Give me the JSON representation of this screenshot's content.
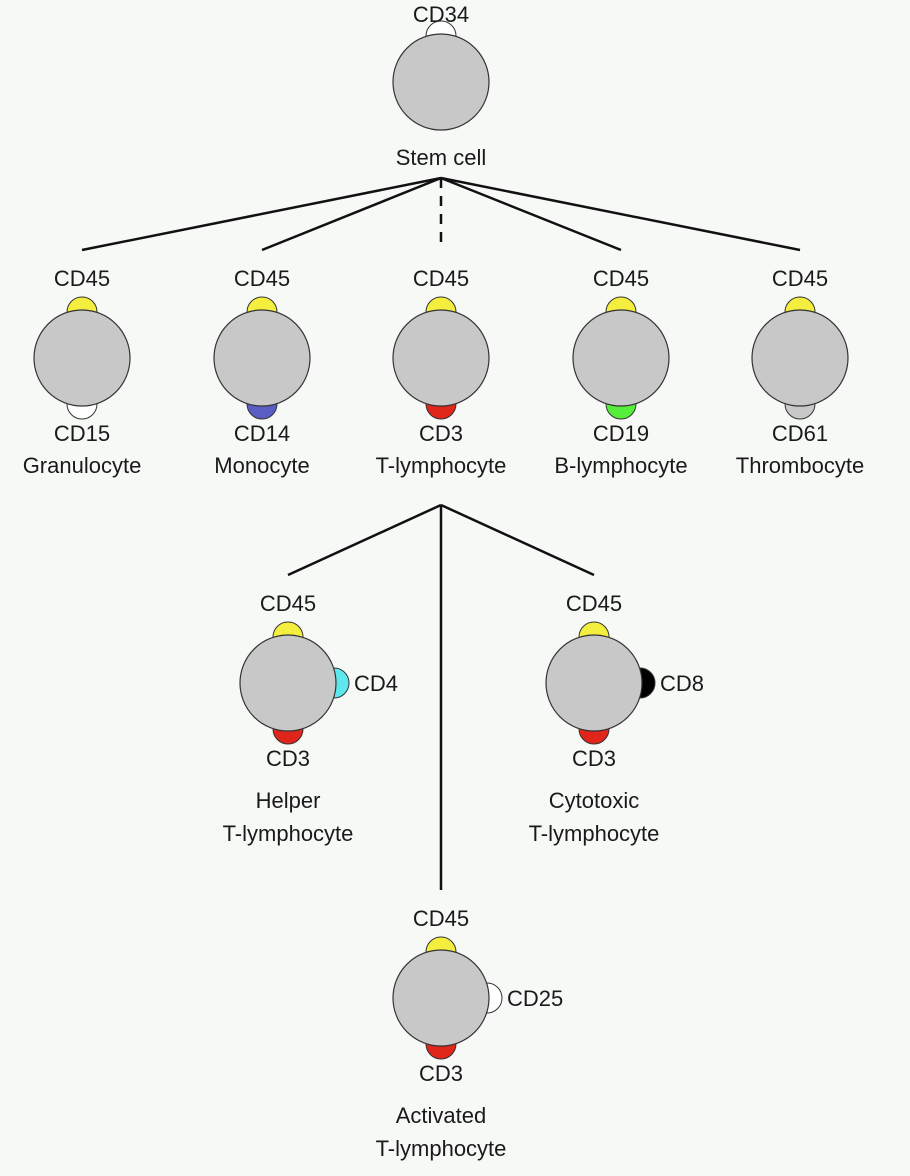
{
  "title": "Hematopoietic cell lineage CD markers",
  "colors": {
    "background": "#f7f9f7",
    "cell_body": "#c8c8c8",
    "outline": "#333333",
    "CD45": "#f4ee3e",
    "CD15": "#ffffff",
    "CD14": "#5a5ec4",
    "CD3": "#e0251a",
    "CD19": "#55ee3a",
    "CD61": "#c8c8c8",
    "CD4": "#5ee8ee",
    "CD8": "#000000",
    "CD25": "#ffffff",
    "CD34": "#ffffff"
  },
  "cells": [
    {
      "id": "stem",
      "name": "Stem cell",
      "markers": {
        "top": "CD34"
      }
    },
    {
      "id": "granulocyte",
      "name": "Granulocyte",
      "markers": {
        "top": "CD45",
        "bottom": "CD15"
      }
    },
    {
      "id": "monocyte",
      "name": "Monocyte",
      "markers": {
        "top": "CD45",
        "bottom": "CD14"
      }
    },
    {
      "id": "t-lymphocyte",
      "name": "T-lymphocyte",
      "markers": {
        "top": "CD45",
        "bottom": "CD3"
      }
    },
    {
      "id": "b-lymphocyte",
      "name": "B-lymphocyte",
      "markers": {
        "top": "CD45",
        "bottom": "CD19"
      }
    },
    {
      "id": "thrombocyte",
      "name": "Thrombocyte",
      "markers": {
        "top": "CD45",
        "bottom": "CD61"
      }
    },
    {
      "id": "helper",
      "name_lines": [
        "Helper",
        "T-lymphocyte"
      ],
      "markers": {
        "top": "CD45",
        "bottom": "CD3",
        "right": "CD4"
      }
    },
    {
      "id": "cytotoxic",
      "name_lines": [
        "Cytotoxic",
        "T-lymphocyte"
      ],
      "markers": {
        "top": "CD45",
        "bottom": "CD3",
        "right": "CD8"
      }
    },
    {
      "id": "activated",
      "name_lines": [
        "Activated",
        "T-lymphocyte"
      ],
      "markers": {
        "top": "CD45",
        "bottom": "CD3",
        "right": "CD25"
      }
    }
  ],
  "edges": [
    {
      "from": "stem",
      "to": "granulocyte",
      "style": "solid"
    },
    {
      "from": "stem",
      "to": "monocyte",
      "style": "solid"
    },
    {
      "from": "stem",
      "to": "t-lymphocyte",
      "style": "dashed"
    },
    {
      "from": "stem",
      "to": "b-lymphocyte",
      "style": "solid"
    },
    {
      "from": "stem",
      "to": "thrombocyte",
      "style": "solid"
    },
    {
      "from": "t-lymphocyte",
      "to": "helper",
      "style": "solid"
    },
    {
      "from": "t-lymphocyte",
      "to": "cytotoxic",
      "style": "solid"
    },
    {
      "from": "t-lymphocyte",
      "to": "activated",
      "style": "solid"
    }
  ]
}
